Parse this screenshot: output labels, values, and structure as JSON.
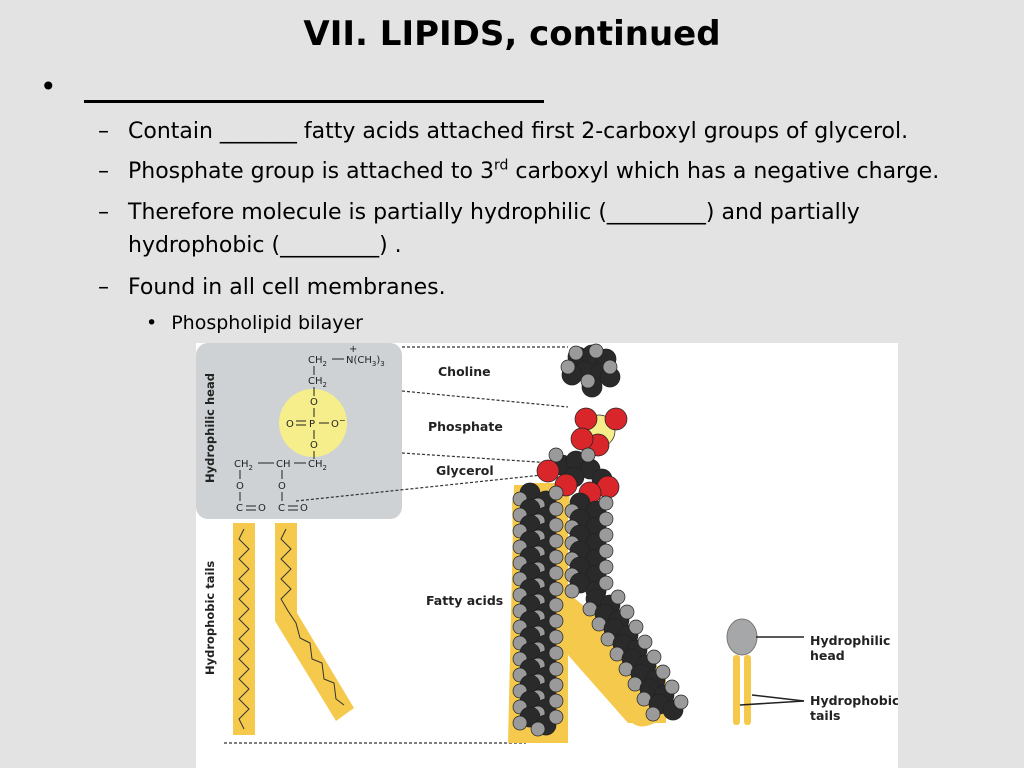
{
  "slide": {
    "title": "VII.  LIPIDS, continued",
    "bullet_marker": "•",
    "bullet_blank": "",
    "dash": "–",
    "items": [
      {
        "pre": "Contain _______ fatty acids attached first 2-carboxyl groups of glycerol."
      },
      {
        "pre": "Phosphate group is attached to 3",
        "sup": "rd",
        "post": " carboxyl which has a negative charge."
      },
      {
        "line1": "Therefore molecule is partially hydrophilic (_________) and partially",
        "line2": "hydrophobic (_________) ."
      },
      {
        "pre": "Found in all cell membranes."
      }
    ],
    "sub_bullet_marker": "•",
    "sub_bullet": "Phospholipid bilayer"
  },
  "figure": {
    "labels": {
      "choline": "Choline",
      "phosphate": "Phosphate",
      "glycerol": "Glycerol",
      "fatty_acids": "Fatty acids",
      "hydrophilic_head_vertical": "Hydrophilic head",
      "hydrophobic_tails_vertical": "Hydrophobic tails",
      "legend_head_1": "Hydrophilic",
      "legend_head_2": "head",
      "legend_tails_1": "Hydrophobic",
      "legend_tails_2": "tails"
    },
    "chem": {
      "ch2_top": "CH",
      "sub2": "2",
      "n_group": "N(CH",
      "n_sub3": "3",
      "n_close": ")",
      "n_sub3b": "3",
      "plus": "+",
      "o": "O",
      "p": "P",
      "o_minus": "O",
      "minus": "−",
      "ch": "CH",
      "c": "C",
      "eq": "="
    },
    "colors": {
      "tail_yellow": "#f4c94c",
      "head_box": "#cfd2d4",
      "phosphate_circle": "#f6ee8a",
      "oxygen_red": "#d8262b",
      "carbon_dark": "#2a2a2a",
      "hydrogen_gray": "#9a9a9a"
    }
  }
}
